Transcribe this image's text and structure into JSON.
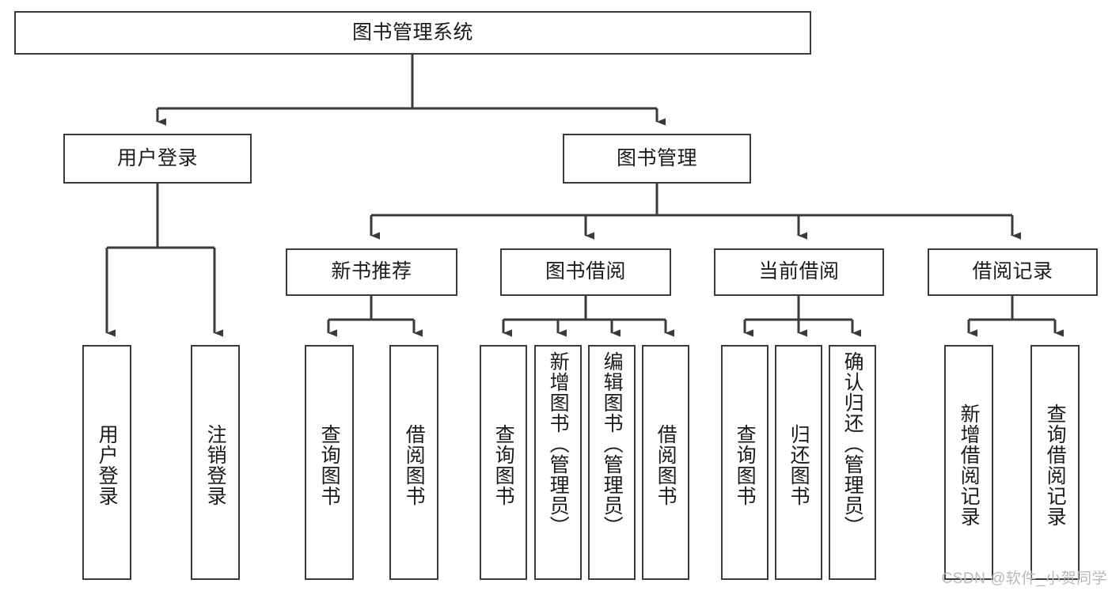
{
  "diagram": {
    "type": "tree",
    "title": "图书管理系统",
    "watermark": "CSDN @软件_小贺同学",
    "colors": {
      "box_border": "#3a3a3a",
      "box_fill": "#ffffff",
      "connector": "#3a3a3a",
      "text": "#1b1b1b",
      "watermark": "#b9b9b9"
    },
    "nodes": {
      "root": {
        "label": "图书管理系统",
        "level": 1,
        "orientation": "horizontal"
      },
      "n_user_login": {
        "label": "用户登录",
        "level": 2,
        "orientation": "horizontal"
      },
      "n_book_mgmt": {
        "label": "图书管理",
        "level": 2,
        "orientation": "horizontal"
      },
      "n_new_book_rec": {
        "label": "新书推荐",
        "level": 3,
        "orientation": "horizontal"
      },
      "n_book_borrow": {
        "label": "图书借阅",
        "level": 3,
        "orientation": "horizontal"
      },
      "n_current_borrow": {
        "label": "当前借阅",
        "level": 3,
        "orientation": "horizontal"
      },
      "n_borrow_record": {
        "label": "借阅记录",
        "level": 3,
        "orientation": "horizontal"
      },
      "l_user_login": {
        "label": "用户登录",
        "level": 4,
        "orientation": "vertical"
      },
      "l_logout": {
        "label": "注销登录",
        "level": 4,
        "orientation": "vertical"
      },
      "l_query_book_1": {
        "label": "查询图书",
        "level": 4,
        "orientation": "vertical"
      },
      "l_borrow_book_1": {
        "label": "借阅图书",
        "level": 4,
        "orientation": "vertical"
      },
      "l_query_book_2": {
        "label": "查询图书",
        "level": 4,
        "orientation": "vertical"
      },
      "l_add_book": {
        "label": "新增图书（管理员）",
        "level": 4,
        "orientation": "vertical"
      },
      "l_edit_book": {
        "label": "编辑图书（管理员）",
        "level": 4,
        "orientation": "vertical"
      },
      "l_borrow_book_2": {
        "label": "借阅图书",
        "level": 4,
        "orientation": "vertical"
      },
      "l_query_book_3": {
        "label": "查询图书",
        "level": 4,
        "orientation": "vertical"
      },
      "l_return_book": {
        "label": "归还图书",
        "level": 4,
        "orientation": "vertical"
      },
      "l_confirm_return": {
        "label": "确认归还（管理员）",
        "level": 4,
        "orientation": "vertical"
      },
      "l_add_record": {
        "label": "新增借阅记录",
        "level": 4,
        "orientation": "vertical"
      },
      "l_query_record": {
        "label": "查询借阅记录",
        "level": 4,
        "orientation": "vertical"
      }
    },
    "edges": [
      {
        "from": "root",
        "to": "n_user_login"
      },
      {
        "from": "root",
        "to": "n_book_mgmt"
      },
      {
        "from": "n_user_login",
        "to": "l_user_login"
      },
      {
        "from": "n_user_login",
        "to": "l_logout"
      },
      {
        "from": "n_book_mgmt",
        "to": "n_new_book_rec"
      },
      {
        "from": "n_book_mgmt",
        "to": "n_book_borrow"
      },
      {
        "from": "n_book_mgmt",
        "to": "n_current_borrow"
      },
      {
        "from": "n_book_mgmt",
        "to": "n_borrow_record"
      },
      {
        "from": "n_new_book_rec",
        "to": "l_query_book_1"
      },
      {
        "from": "n_new_book_rec",
        "to": "l_borrow_book_1"
      },
      {
        "from": "n_book_borrow",
        "to": "l_query_book_2"
      },
      {
        "from": "n_book_borrow",
        "to": "l_add_book"
      },
      {
        "from": "n_book_borrow",
        "to": "l_edit_book"
      },
      {
        "from": "n_book_borrow",
        "to": "l_borrow_book_2"
      },
      {
        "from": "n_current_borrow",
        "to": "l_query_book_3"
      },
      {
        "from": "n_current_borrow",
        "to": "l_return_book"
      },
      {
        "from": "n_current_borrow",
        "to": "l_confirm_return"
      },
      {
        "from": "n_borrow_record",
        "to": "l_add_record"
      },
      {
        "from": "n_borrow_record",
        "to": "l_query_record"
      }
    ]
  }
}
